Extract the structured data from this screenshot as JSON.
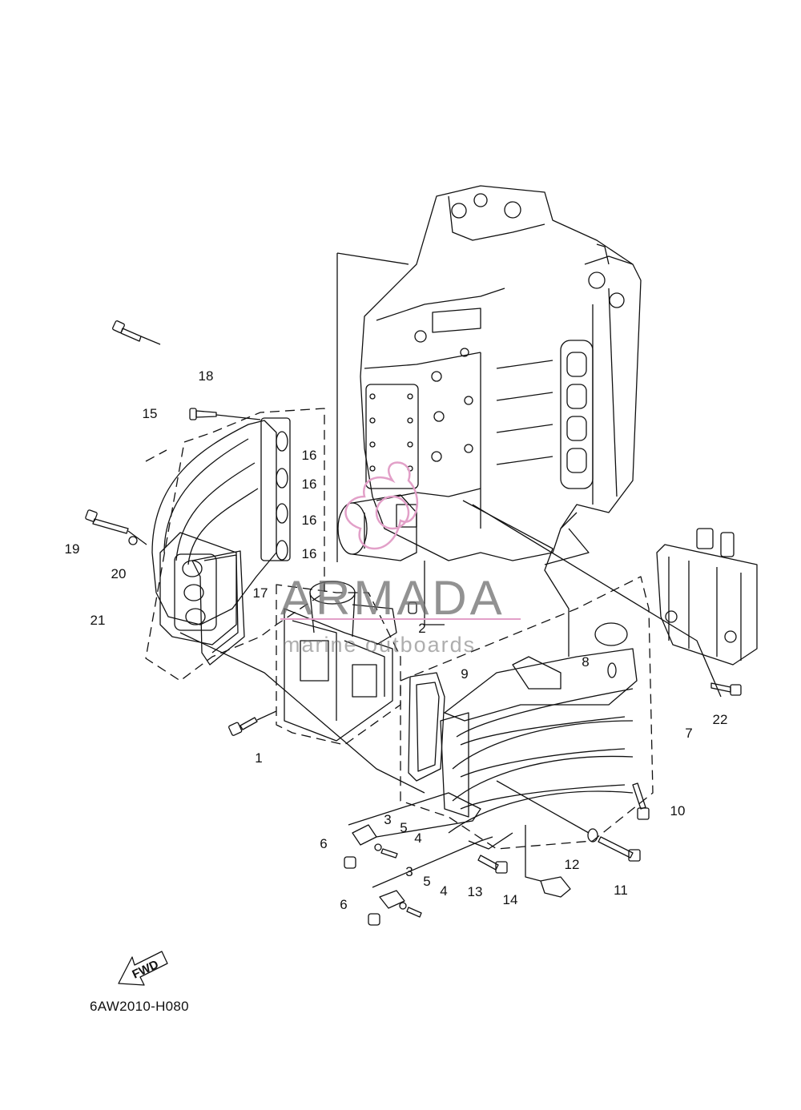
{
  "diagram": {
    "code": "6AW2010-H080",
    "fwd_label": "FWD",
    "watermark": {
      "brand": "ARMADA",
      "tagline": "marine outboards",
      "accent_color": "#e2a0c8"
    },
    "callouts": [
      "1",
      "2",
      "3",
      "3",
      "4",
      "4",
      "5",
      "5",
      "6",
      "6",
      "7",
      "8",
      "9",
      "10",
      "11",
      "12",
      "13",
      "14",
      "15",
      "16",
      "16",
      "16",
      "16",
      "17",
      "18",
      "19",
      "20",
      "21",
      "22"
    ]
  }
}
